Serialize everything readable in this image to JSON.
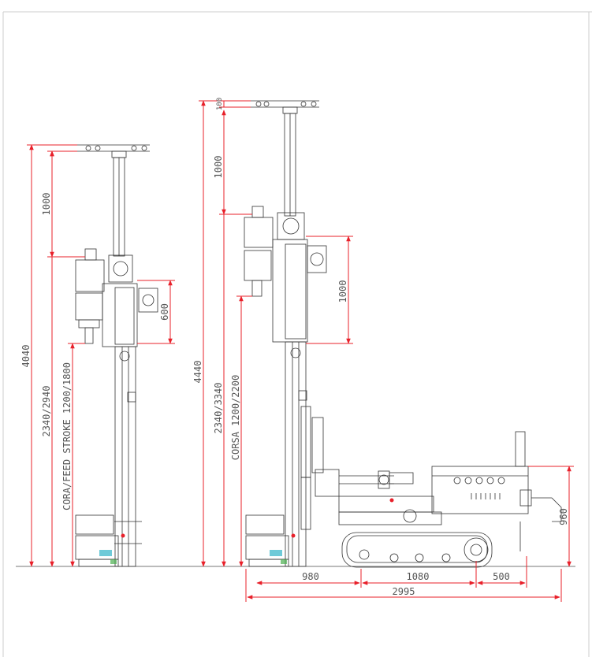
{
  "colors": {
    "dimension": "#e8202a",
    "machine": "#333333",
    "accent_cyan": "#32b4c8",
    "accent_green": "#4caf50",
    "border": "#cccccc",
    "ground": "#777777"
  },
  "dimensions": {
    "left_mast_height": "4040",
    "left_stroke": "2340/2940",
    "left_feed_label": "CORA/FEED STROKE 1200/1800",
    "left_top_extension": "1000",
    "left_head_offset": "600",
    "right_mast_height": "4440",
    "right_top_gap": "100",
    "right_top_extension": "1000",
    "right_stroke": "2340/3340",
    "right_corsa_label": "CORSA 1200/2200",
    "right_head_offset": "1000",
    "track_height": "960",
    "base_segment_1": "980",
    "base_segment_2": "1080",
    "base_segment_3": "500",
    "overall_length": "2995"
  }
}
